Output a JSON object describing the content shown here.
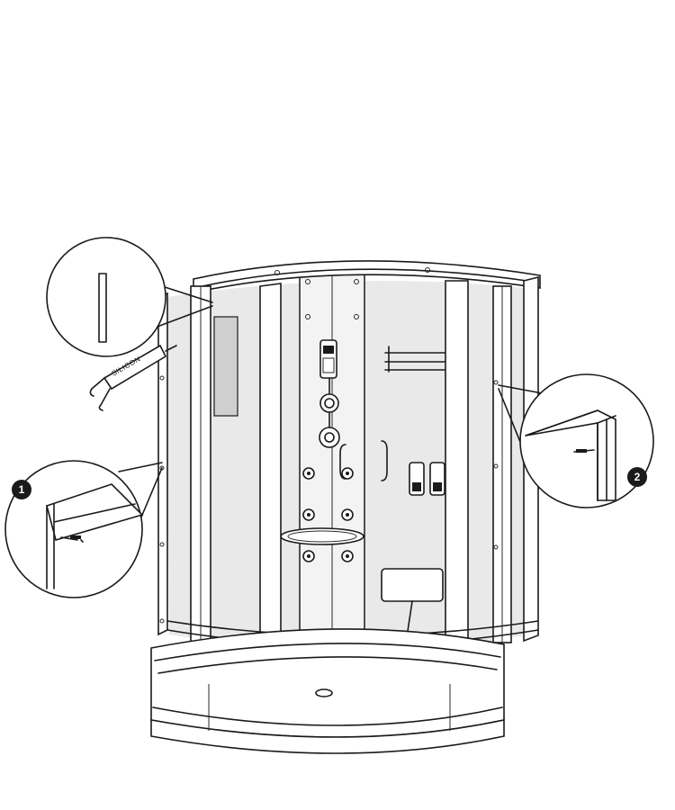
{
  "callouts": [
    {
      "number": "1"
    },
    {
      "number": "2"
    }
  ],
  "tube_label": "SILICON"
}
